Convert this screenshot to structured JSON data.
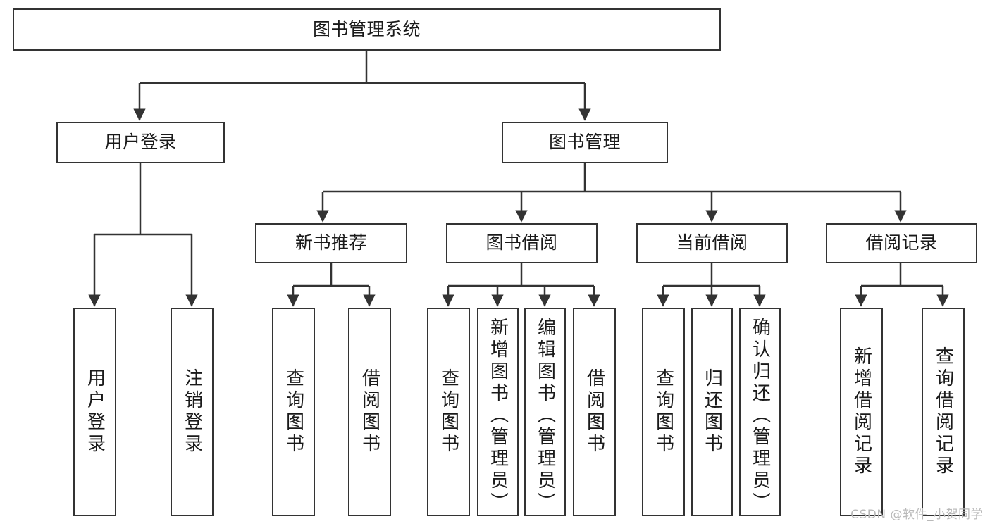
{
  "diagram": {
    "title": "图书管理系统",
    "type": "tree-hierarchy",
    "stroke_color": "#333333",
    "background_color": "#ffffff",
    "nodes": {
      "root": {
        "label": "图书管理系统"
      },
      "level1": [
        {
          "id": "user-login",
          "label": "用户登录"
        },
        {
          "id": "book-manage",
          "label": "图书管理"
        }
      ],
      "level2": [
        {
          "id": "new-book-recommend",
          "label": "新书推荐"
        },
        {
          "id": "book-borrow",
          "label": "图书借阅"
        },
        {
          "id": "current-borrow",
          "label": "当前借阅"
        },
        {
          "id": "borrow-record",
          "label": "借阅记录"
        }
      ],
      "leaves": {
        "user_login": [
          {
            "id": "leaf-user-login",
            "label": "用户登录"
          },
          {
            "id": "leaf-logout",
            "label": "注销登录"
          }
        ],
        "new_book_recommend": [
          {
            "id": "leaf-query-book-1",
            "label": "查询图书"
          },
          {
            "id": "leaf-borrow-book-1",
            "label": "借阅图书"
          }
        ],
        "book_borrow": [
          {
            "id": "leaf-query-book-2",
            "label": "查询图书"
          },
          {
            "id": "leaf-add-book",
            "label": "新增图书（管理员）"
          },
          {
            "id": "leaf-edit-book",
            "label": "编辑图书（管理员）"
          },
          {
            "id": "leaf-borrow-book-2",
            "label": "借阅图书"
          }
        ],
        "current_borrow": [
          {
            "id": "leaf-query-book-3",
            "label": "查询图书"
          },
          {
            "id": "leaf-return-book",
            "label": "归还图书"
          },
          {
            "id": "leaf-confirm-return",
            "label": "确认归还（管理员）"
          }
        ],
        "borrow_record": [
          {
            "id": "leaf-add-record",
            "label": "新增借阅记录"
          },
          {
            "id": "leaf-query-record",
            "label": "查询借阅记录"
          }
        ]
      }
    },
    "watermark": "CSDN @软件_小贺同学"
  }
}
